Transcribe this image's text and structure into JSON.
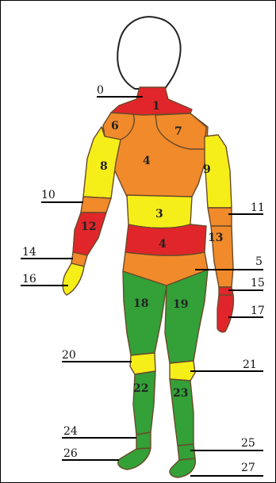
{
  "colors": {
    "red": "#e0262a",
    "orange": "#f08a2b",
    "yellow": "#f6ee19",
    "green": "#33a038"
  },
  "regions": [
    {
      "id": "1",
      "color": "red"
    },
    {
      "id": "3",
      "color": "yellow"
    },
    {
      "id": "4",
      "color": "orange"
    },
    {
      "id": "4",
      "color": "red"
    },
    {
      "id": "5",
      "color": "orange"
    },
    {
      "id": "6",
      "color": "orange"
    },
    {
      "id": "7",
      "color": "orange"
    },
    {
      "id": "8",
      "color": "yellow"
    },
    {
      "id": "9",
      "color": "yellow"
    },
    {
      "id": "10",
      "color": "orange"
    },
    {
      "id": "11",
      "color": "orange"
    },
    {
      "id": "12",
      "color": "red"
    },
    {
      "id": "13",
      "color": "orange"
    },
    {
      "id": "14",
      "color": "orange"
    },
    {
      "id": "15",
      "color": "red"
    },
    {
      "id": "16",
      "color": "yellow"
    },
    {
      "id": "17",
      "color": "red"
    },
    {
      "id": "18",
      "color": "green"
    },
    {
      "id": "19",
      "color": "green"
    },
    {
      "id": "20",
      "color": "yellow"
    },
    {
      "id": "21",
      "color": "yellow"
    },
    {
      "id": "22",
      "color": "green"
    },
    {
      "id": "23",
      "color": "green"
    },
    {
      "id": "24",
      "color": "green"
    },
    {
      "id": "25",
      "color": "green"
    },
    {
      "id": "26",
      "color": "green"
    },
    {
      "id": "27",
      "color": "green"
    }
  ],
  "labels": {
    "n0": "0",
    "n1": "1",
    "n3": "3",
    "n4a": "4",
    "n4b": "4",
    "n5": "5",
    "n6": "6",
    "n7": "7",
    "n8": "8",
    "n9": "9",
    "n10": "10",
    "n11": "11",
    "n12": "12",
    "n13": "13",
    "n14": "14",
    "n15": "15",
    "n16": "16",
    "n17": "17",
    "n18": "18",
    "n19": "19",
    "n20": "20",
    "n21": "21",
    "n22": "22",
    "n23": "23",
    "n24": "24",
    "n25": "25",
    "n26": "26",
    "n27": "27"
  }
}
